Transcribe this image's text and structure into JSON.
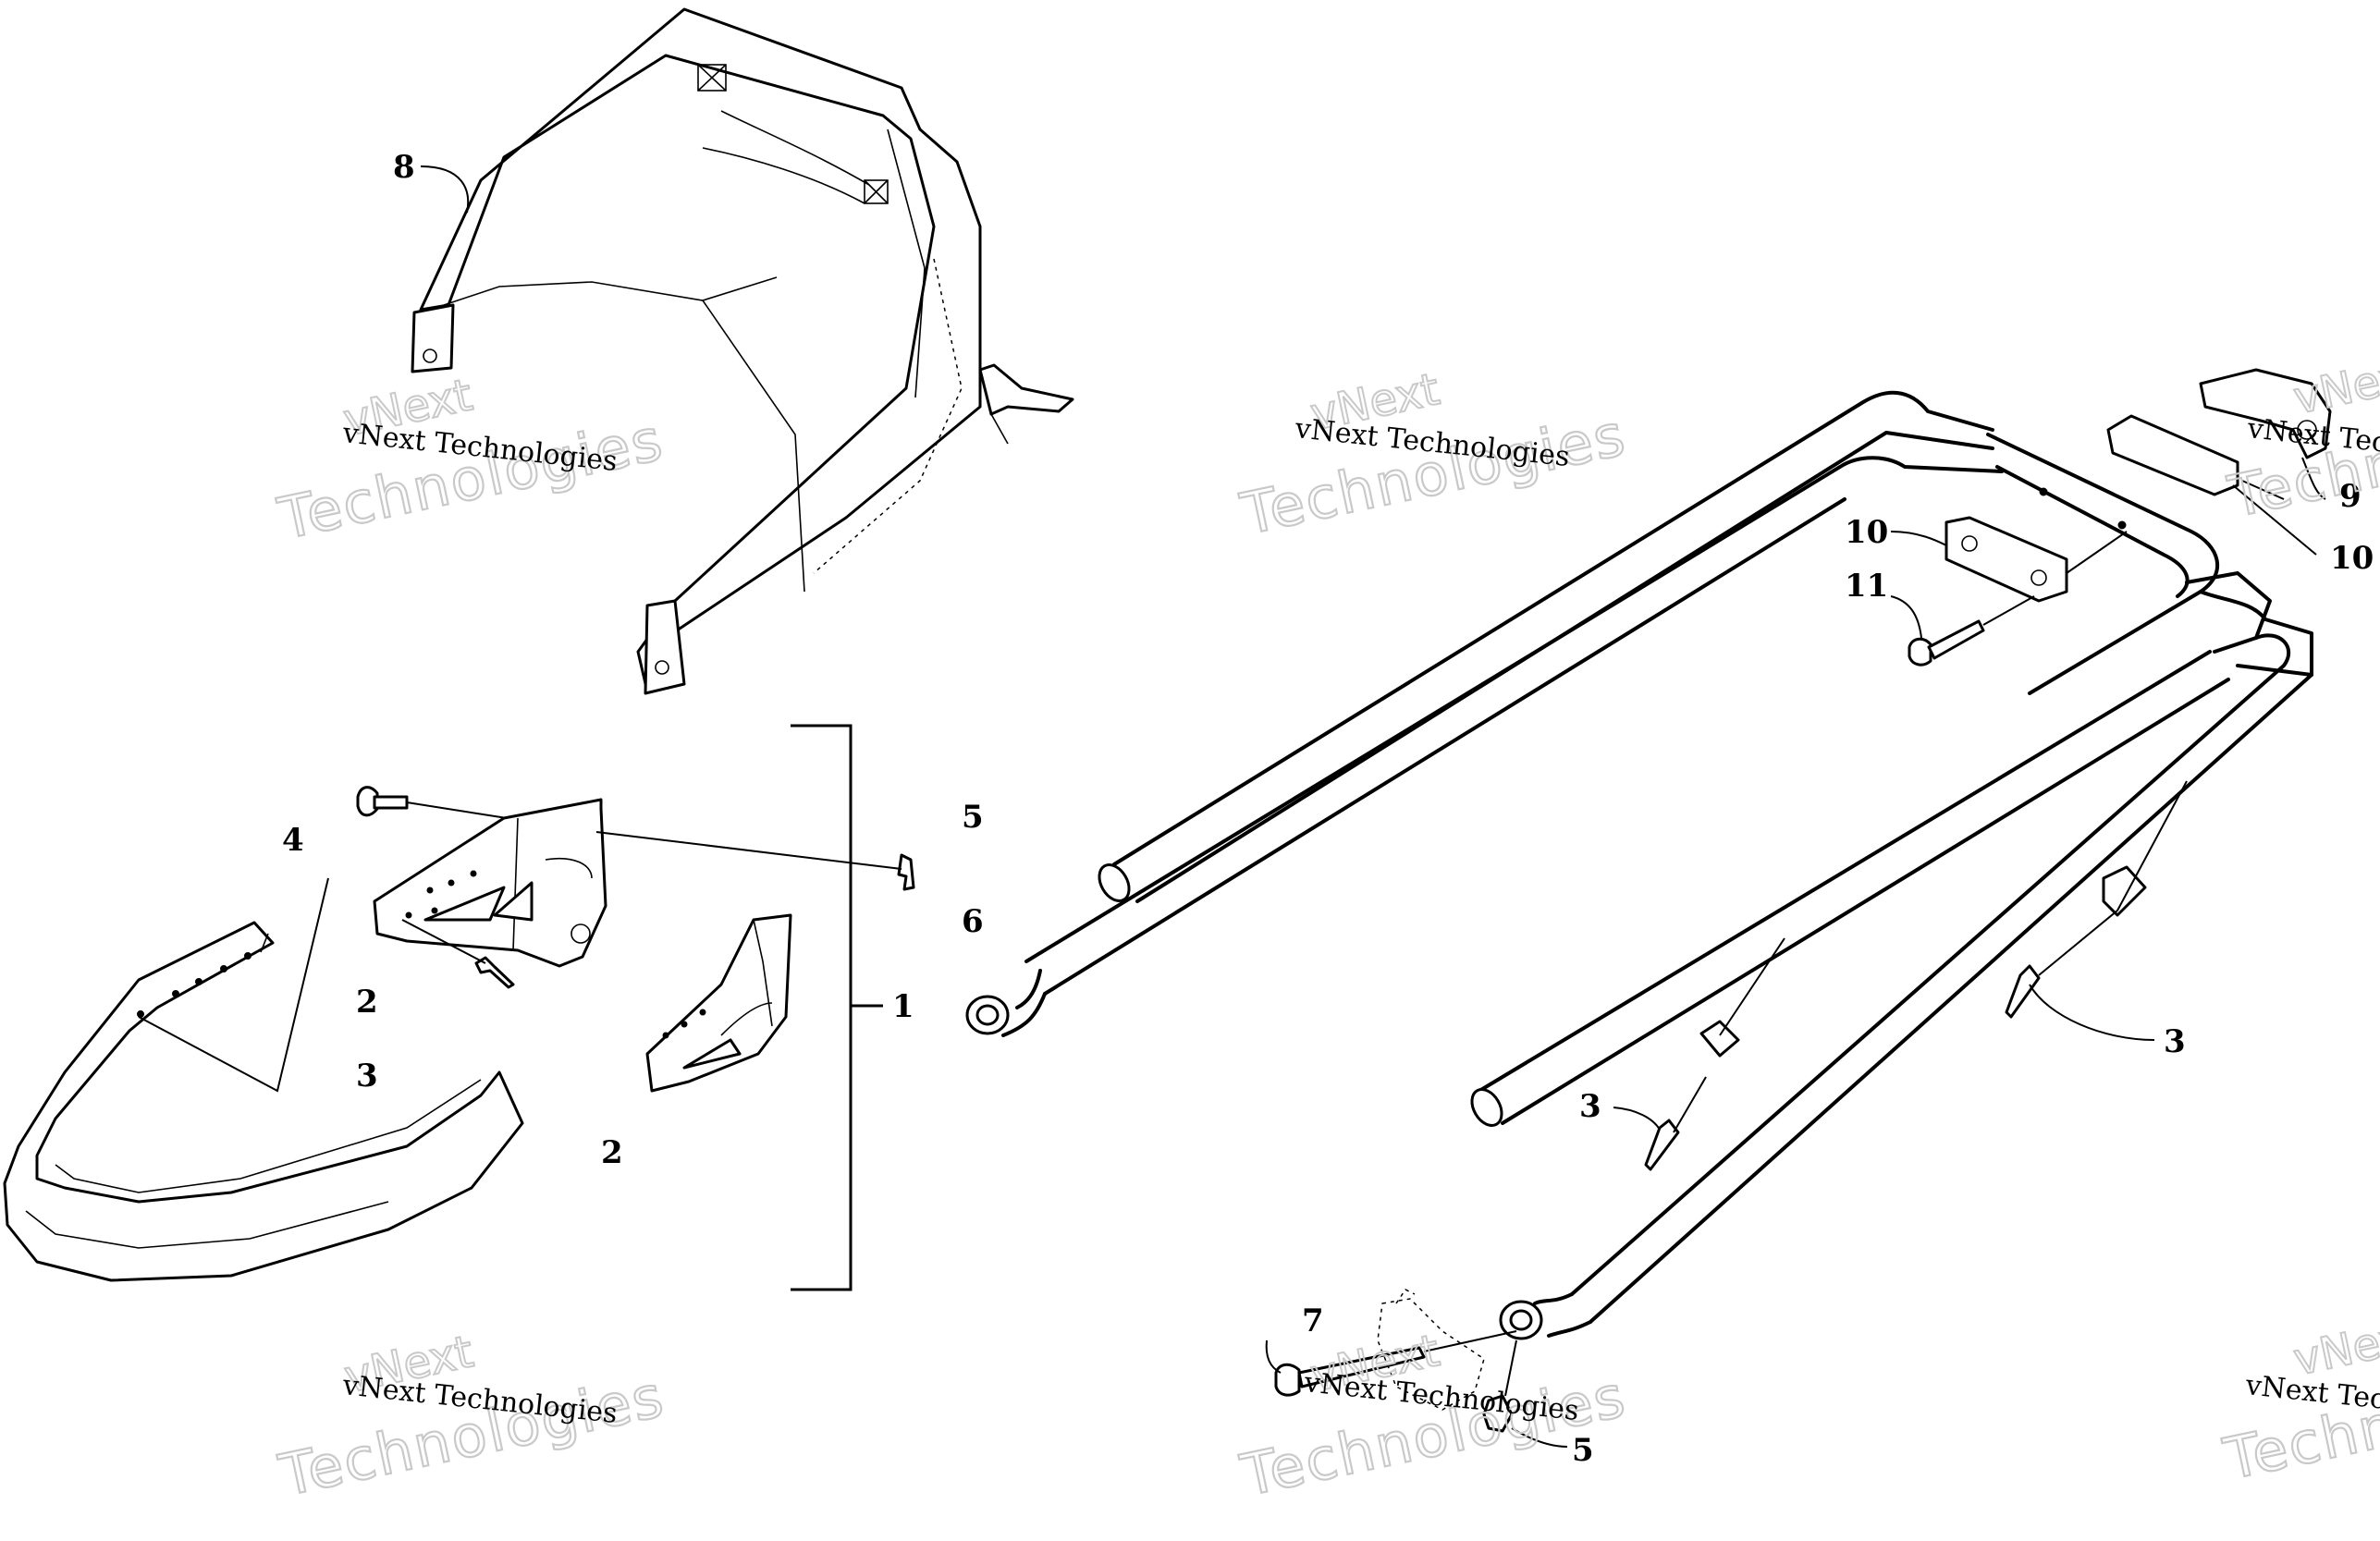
{
  "watermark": {
    "caption": "vNext Technologies",
    "brand": "vNext",
    "word": "Technologies"
  },
  "callouts": [
    {
      "id": "c8",
      "label": "8"
    },
    {
      "id": "c4",
      "label": "4"
    },
    {
      "id": "c5a",
      "label": "5"
    },
    {
      "id": "c1",
      "label": "1"
    },
    {
      "id": "c2a",
      "label": "2"
    },
    {
      "id": "c3a",
      "label": "3"
    },
    {
      "id": "c2b",
      "label": "2"
    },
    {
      "id": "c6",
      "label": "6"
    },
    {
      "id": "c10a",
      "label": "10"
    },
    {
      "id": "c11",
      "label": "11"
    },
    {
      "id": "c9",
      "label": "9"
    },
    {
      "id": "c10b",
      "label": "10"
    },
    {
      "id": "c3b",
      "label": "3"
    },
    {
      "id": "c3c",
      "label": "3"
    },
    {
      "id": "c7",
      "label": "7"
    },
    {
      "id": "c5b",
      "label": "5"
    }
  ]
}
